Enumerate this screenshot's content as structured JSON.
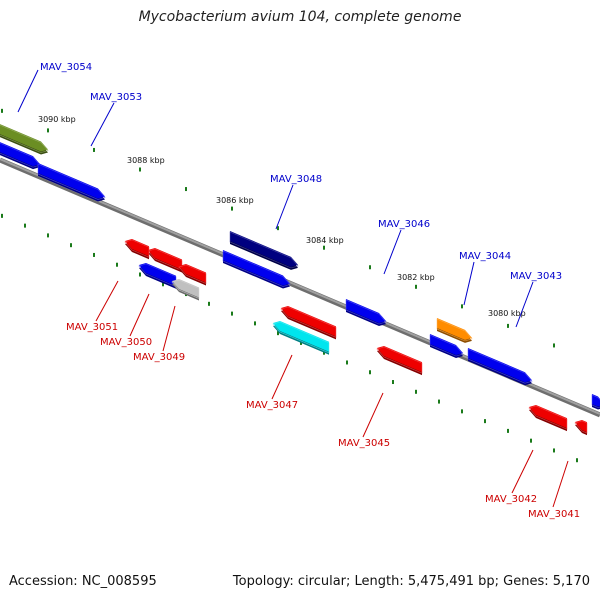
{
  "title": "Mycobacterium avium 104, complete genome",
  "footer": {
    "accession": "Accession: NC_008595",
    "topology": "Topology: circular; Length: 5,475,491 bp; Genes: 5,170"
  },
  "colors": {
    "forward_label": "#0000cc",
    "reverse_label": "#cc0000",
    "backbone": "#888888",
    "ticks": "#1a7a1a"
  },
  "scale_ticks": [
    "3090 kbp",
    "3088 kbp",
    "3086 kbp",
    "3084 kbp",
    "3082 kbp",
    "3080 kbp"
  ],
  "genes": [
    {
      "label": "MAV_3054",
      "strand": "forward",
      "color": "#6b8e23"
    },
    {
      "label": "MAV_3053",
      "strand": "forward",
      "color": "#0000ee"
    },
    {
      "label": "MAV_3048",
      "strand": "forward",
      "color": "#000080"
    },
    {
      "label": "MAV_3046",
      "strand": "forward",
      "color": "#0000ee"
    },
    {
      "label": "MAV_3044",
      "strand": "forward",
      "color": "#ff8c00"
    },
    {
      "label": "MAV_3043",
      "strand": "forward",
      "color": "#0000ee"
    },
    {
      "label": "MAV_3051",
      "strand": "reverse",
      "color": "#ee0000"
    },
    {
      "label": "MAV_3050",
      "strand": "reverse",
      "color": "#0000ee"
    },
    {
      "label": "MAV_3049",
      "strand": "reverse",
      "color": "#c0c0c0"
    },
    {
      "label": "MAV_3047",
      "strand": "reverse",
      "color": "#00e5ee"
    },
    {
      "label": "MAV_3045",
      "strand": "reverse",
      "color": "#ee0000"
    },
    {
      "label": "MAV_3042",
      "strand": "reverse",
      "color": "#ee0000"
    },
    {
      "label": "MAV_3041",
      "strand": "reverse",
      "color": "#ee0000"
    }
  ]
}
